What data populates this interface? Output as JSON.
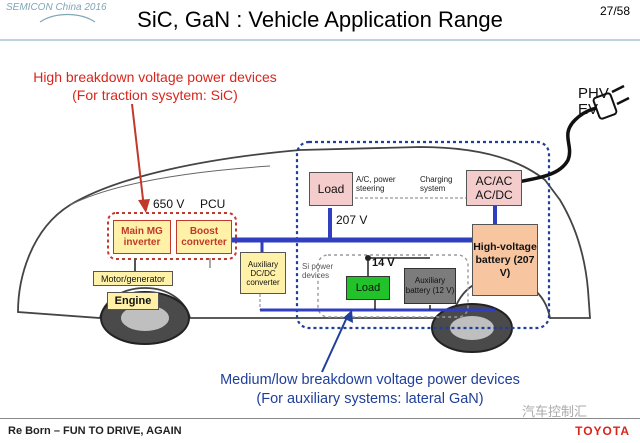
{
  "header": {
    "conference": "SEMICON China 2016",
    "title": "SiC, GaN : Vehicle Application Range",
    "page": "27/58"
  },
  "annotations": {
    "high_line1": "High breakdown voltage power devices",
    "high_line2": "(For traction sysytem: SiC)",
    "medium_line1": "Medium/low breakdown voltage power devices",
    "medium_line2": "(For auxiliary systems: lateral GaN)"
  },
  "pcu": {
    "voltage": "650 V",
    "label": "PCU",
    "inverter": "Main MG inverter",
    "converter": "Boost converter"
  },
  "components": {
    "motor": "Motor/generator",
    "engine": "Engine",
    "auxiliary_dcdc": "Auxiliary DC/DC converter",
    "load_top": "Load",
    "load_top_note": "A/C, power steering",
    "charging_note": "Charging system",
    "acac": "AC/AC AC/DC",
    "bus_voltage": "207 V",
    "si_note": "Si power devices",
    "aux_voltage": "14 V",
    "load_green": "Load",
    "aux_battery": "Auxiliary battery (12 V)",
    "hv_battery": "High-voltage battery (207 V)"
  },
  "phv": {
    "line1": "PHV",
    "line2": "EV"
  },
  "footer": {
    "slogan": "Re Born – FUN TO DRIVE, AGAIN",
    "brand": "TOYOTA",
    "watermark": "汽车控制汇"
  },
  "colors": {
    "red": "#d9261c",
    "blue": "#1f3f9a",
    "pink_box": "#f4cccc",
    "orange_box": "#f7c59f",
    "yellow_box": "#fff2a8",
    "green_box": "#22c22a"
  }
}
